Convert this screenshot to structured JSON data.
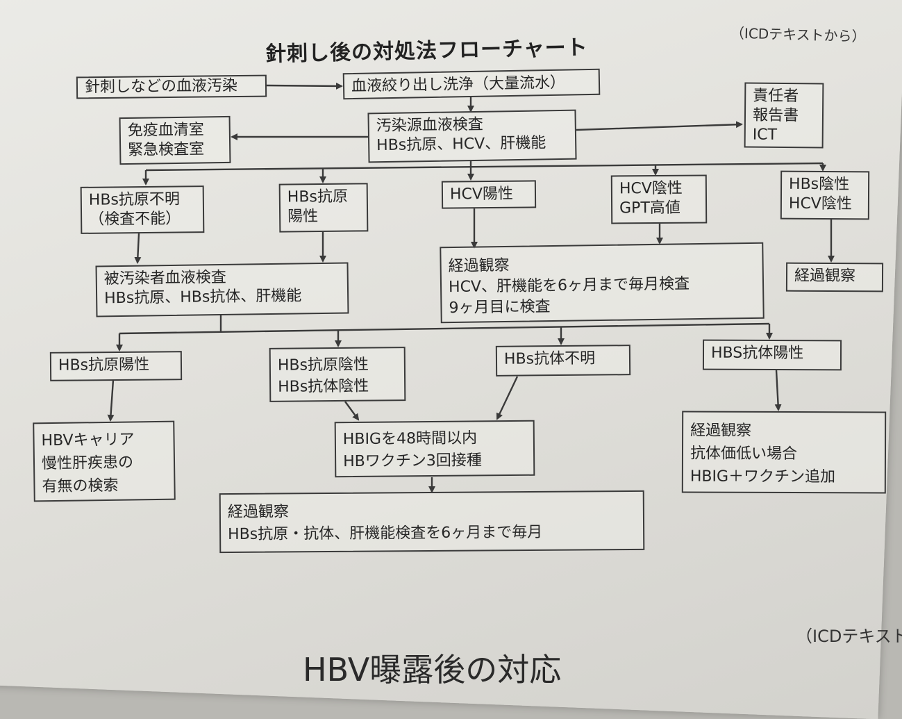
{
  "header": {
    "title": "針刺し後の対処法フローチャート",
    "source": "（ICDテキストから）"
  },
  "nodes": {
    "needlestick": "針刺しなどの血液汚染",
    "wash": "血液絞り出し洗浄（大量流水）",
    "immuno_lab": [
      "免疫血清室",
      "緊急検査室"
    ],
    "source_test": [
      "汚染源血液検査",
      "HBs抗原、HCV、肝機能"
    ],
    "report": [
      "責任者",
      "報告書",
      "ICT"
    ],
    "hbsag_unknown": [
      "HBs抗原不明",
      "（検査不能）"
    ],
    "hbsag_pos": [
      "HBs抗原",
      "陽性"
    ],
    "hcv_pos": "HCV陽性",
    "hcv_neg_gpt": [
      "HCV陰性",
      "GPT高値"
    ],
    "hbs_hcv_neg": [
      "HBs陰性",
      "HCV陰性"
    ],
    "victim_test": [
      "被汚染者血液検査",
      "HBs抗原、HBs抗体、肝機能"
    ],
    "hcv_followup": [
      "経過観察",
      "HCV、肝機能を6ヶ月まで毎月検査",
      "9ヶ月目に検査"
    ],
    "followup_simple": "経過観察",
    "r_hbsag_pos": "HBs抗原陽性",
    "r_both_neg": [
      "HBs抗原陰性",
      "HBs抗体陰性"
    ],
    "r_ab_unknown": "HBs抗体不明",
    "r_ab_pos": "HBS抗体陽性",
    "hbv_carrier": [
      "HBVキャリア",
      "慢性肝疾患の",
      "有無の検索"
    ],
    "hbig": [
      "HBIGを48時間以内",
      "HBワクチン3回接種"
    ],
    "ab_followup": [
      "経過観察",
      "抗体価低い場合",
      "HBIG＋ワクチン追加"
    ],
    "final_followup": [
      "経過観察",
      "HBs抗原・抗体、肝機能検査を6ヶ月まで毎月"
    ]
  },
  "footer": {
    "source": "（ICDテキスト",
    "next_title": "HBV曝露後の対応"
  }
}
